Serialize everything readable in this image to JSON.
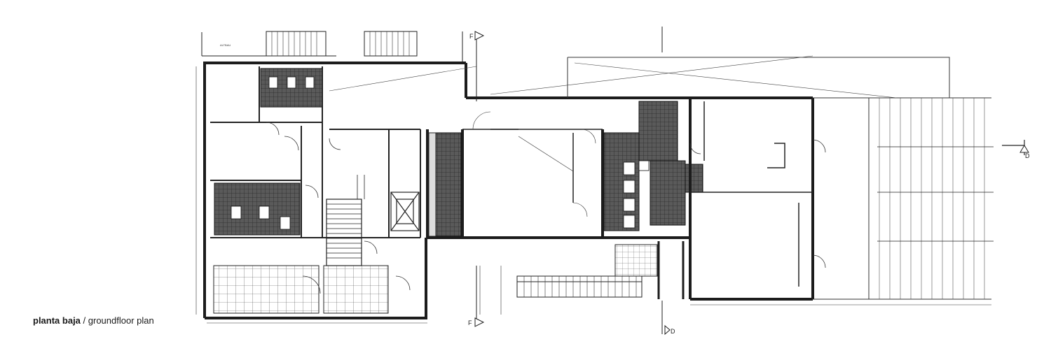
{
  "caption": {
    "bold": "planta baja",
    "separator": " / ",
    "light": "groundfloor plan"
  },
  "labels": {
    "altbau": "ALTBAU",
    "section_f_top": "F",
    "section_f_bottom": "F",
    "section_d_bottom": "D",
    "section_d_right": "D"
  },
  "colors": {
    "ink": "#1c1c1c",
    "hatch": "#555555",
    "paper": "#ffffff"
  }
}
